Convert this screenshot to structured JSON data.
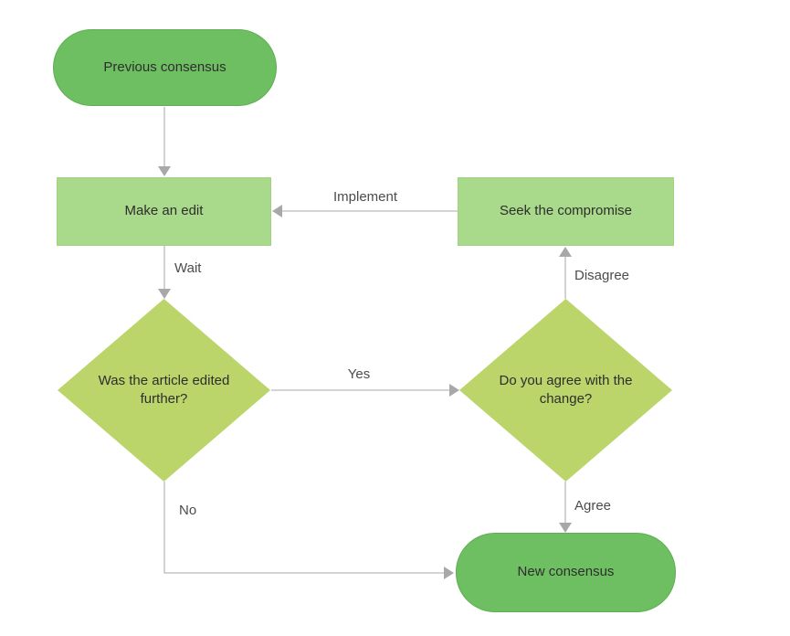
{
  "diagram": {
    "type": "flowchart",
    "colors": {
      "terminator_fill": "#6dbf61",
      "terminator_border": "#5fae53",
      "process_fill": "#a9d98a",
      "process_border": "#9ed380",
      "decision_fill": "#bbd56b",
      "arrow_line": "#bababa",
      "arrowhead": "#a8a8a8",
      "node_text": "#2e2e2e",
      "label_text": "#4c4c4c",
      "background": "#ffffff"
    },
    "nodes": [
      {
        "id": "previous-consensus",
        "type": "terminator",
        "label": "Previous consensus"
      },
      {
        "id": "make-an-edit",
        "type": "process",
        "label": "Make an edit"
      },
      {
        "id": "seek-the-compromise",
        "type": "process",
        "label": "Seek the compromise"
      },
      {
        "id": "was-the-article-edited-further",
        "type": "decision",
        "label": "Was the article edited further?"
      },
      {
        "id": "do-you-agree-with-the-change",
        "type": "decision",
        "label": "Do you agree with the change?"
      },
      {
        "id": "new-consensus",
        "type": "terminator",
        "label": "New consensus"
      }
    ],
    "edges": [
      {
        "from": "previous-consensus",
        "to": "make-an-edit",
        "label": ""
      },
      {
        "from": "seek-the-compromise",
        "to": "make-an-edit",
        "label": "Implement"
      },
      {
        "from": "make-an-edit",
        "to": "was-the-article-edited-further",
        "label": "Wait"
      },
      {
        "from": "was-the-article-edited-further",
        "to": "do-you-agree-with-the-change",
        "label": "Yes"
      },
      {
        "from": "do-you-agree-with-the-change",
        "to": "seek-the-compromise",
        "label": "Disagree"
      },
      {
        "from": "do-you-agree-with-the-change",
        "to": "new-consensus",
        "label": "Agree"
      },
      {
        "from": "was-the-article-edited-further",
        "to": "new-consensus",
        "label": "No"
      }
    ]
  }
}
